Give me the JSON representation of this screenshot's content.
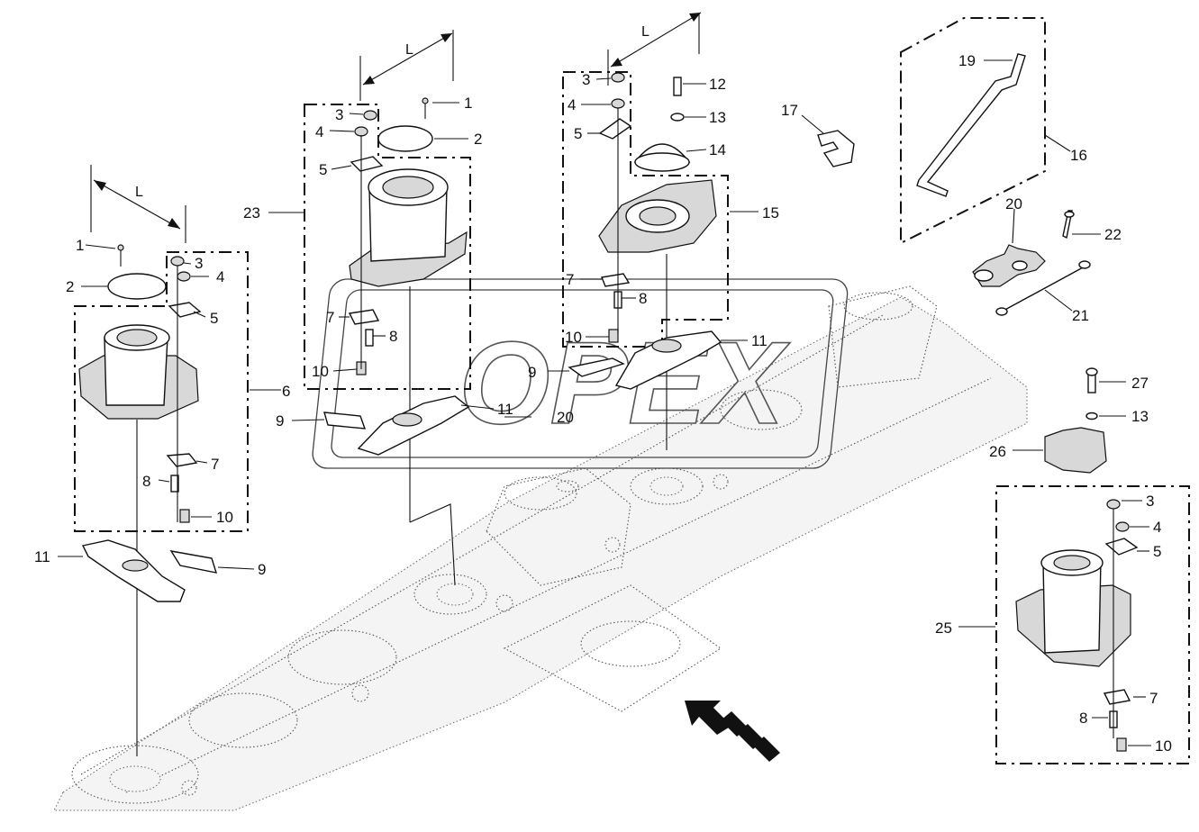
{
  "diagram": {
    "callouts": {
      "c1": "1",
      "c2": "2",
      "c3": "3",
      "c4": "4",
      "c5": "5",
      "c6": "6",
      "c7": "7",
      "c8": "8",
      "c9": "9",
      "c10": "10",
      "c11": "11",
      "c12": "12",
      "c13": "13",
      "c14": "14",
      "c15": "15",
      "c16": "16",
      "c17": "17",
      "c19": "19",
      "c20": "20",
      "c21": "21",
      "c22": "22",
      "c23": "23",
      "c25": "25",
      "c26": "26",
      "c27": "27"
    },
    "dimension_label": "L",
    "watermark_text": "OPEX"
  }
}
